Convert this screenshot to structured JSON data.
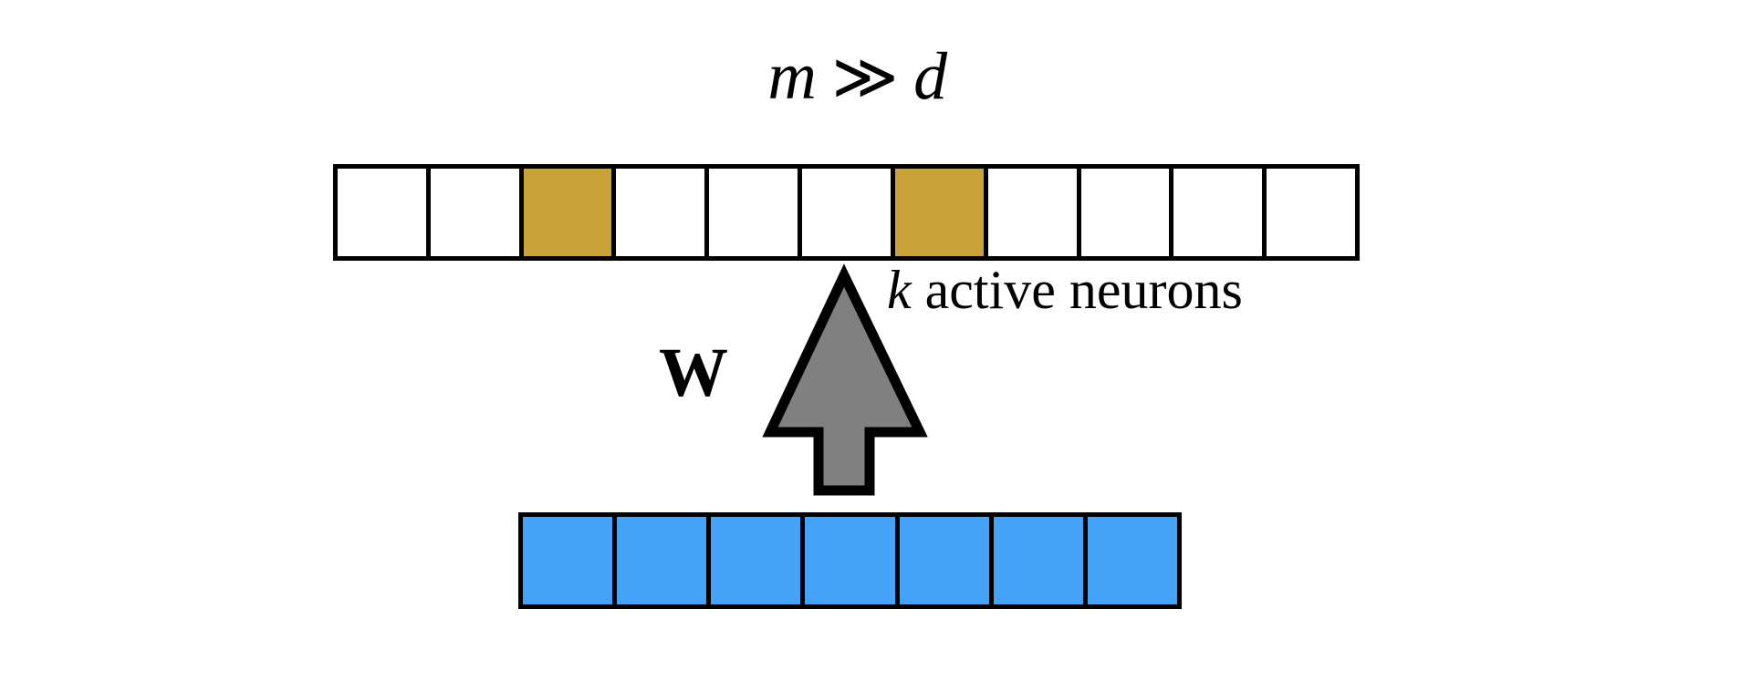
{
  "figure": {
    "title_formula": {
      "lhs": "m",
      "operator": "≫",
      "rhs": "d",
      "plain": "m ≫ d"
    },
    "labels": {
      "weight_matrix": "W",
      "active_neurons_symbol": "k",
      "active_neurons_text": " active neurons"
    },
    "arrow": {
      "name": "up-arrow",
      "direction": "up",
      "fill_color": "#808080",
      "stroke_color": "#000000"
    },
    "colors": {
      "active_neuron": "#c9a238",
      "input_feature": "#44a3f7",
      "inactive_neuron": "#ffffff",
      "outline": "#000000",
      "background": "#ffffff"
    },
    "hidden_layer": {
      "name": "sparse-hidden-layer",
      "dimension_symbol": "m",
      "cell_count": 11,
      "active_indices": [
        2,
        6
      ],
      "cells": [
        {
          "index": 0,
          "state": "inactive"
        },
        {
          "index": 1,
          "state": "inactive"
        },
        {
          "index": 2,
          "state": "active"
        },
        {
          "index": 3,
          "state": "inactive"
        },
        {
          "index": 4,
          "state": "inactive"
        },
        {
          "index": 5,
          "state": "inactive"
        },
        {
          "index": 6,
          "state": "active"
        },
        {
          "index": 7,
          "state": "inactive"
        },
        {
          "index": 8,
          "state": "inactive"
        },
        {
          "index": 9,
          "state": "inactive"
        },
        {
          "index": 10,
          "state": "inactive"
        }
      ]
    },
    "input_layer": {
      "name": "dense-input-layer",
      "dimension_symbol": "d",
      "cell_count": 7,
      "cells": [
        {
          "index": 0,
          "state": "filled"
        },
        {
          "index": 1,
          "state": "filled"
        },
        {
          "index": 2,
          "state": "filled"
        },
        {
          "index": 3,
          "state": "filled"
        },
        {
          "index": 4,
          "state": "filled"
        },
        {
          "index": 5,
          "state": "filled"
        },
        {
          "index": 6,
          "state": "filled"
        }
      ]
    }
  }
}
